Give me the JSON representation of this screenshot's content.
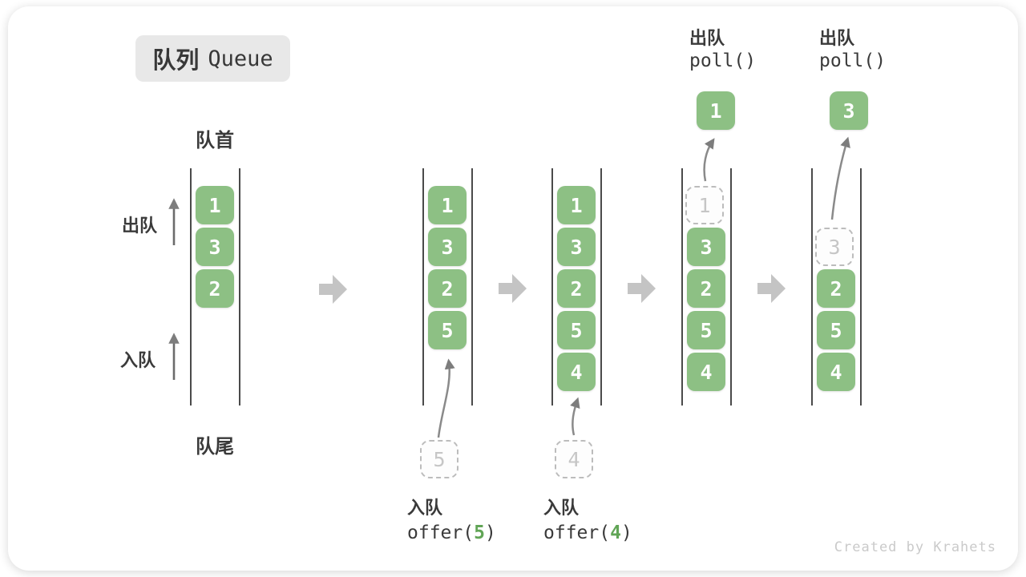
{
  "title": {
    "zh": "队列",
    "en": "Queue"
  },
  "labels": {
    "front": "队首",
    "rear": "队尾",
    "dequeue": "出队",
    "enqueue": "入队"
  },
  "states": [
    {
      "boxes": [
        "1",
        "3",
        "2"
      ]
    },
    {
      "boxes": [
        "1",
        "3",
        "2",
        "5"
      ],
      "incoming": "5"
    },
    {
      "boxes": [
        "1",
        "3",
        "2",
        "5",
        "4"
      ],
      "incoming": "4"
    },
    {
      "boxes": [
        "3",
        "2",
        "5",
        "4"
      ],
      "removed": "1",
      "result": "1"
    },
    {
      "boxes": [
        "2",
        "5",
        "4"
      ],
      "removed": "3",
      "result": "3"
    }
  ],
  "ops": {
    "offer_5": {
      "label": "入队",
      "fn_open": "offer(",
      "arg": "5",
      "fn_close": ")"
    },
    "offer_4": {
      "label": "入队",
      "fn_open": "offer(",
      "arg": "4",
      "fn_close": ")"
    },
    "poll_1": {
      "label": "出队",
      "code": "poll()"
    },
    "poll_3": {
      "label": "出队",
      "code": "poll()"
    }
  },
  "watermark": "Created by Krahets",
  "colors": {
    "box_green": "#8dc084",
    "code_arg_green": "#61a556",
    "arrow_gray": "#c4c4c4"
  }
}
